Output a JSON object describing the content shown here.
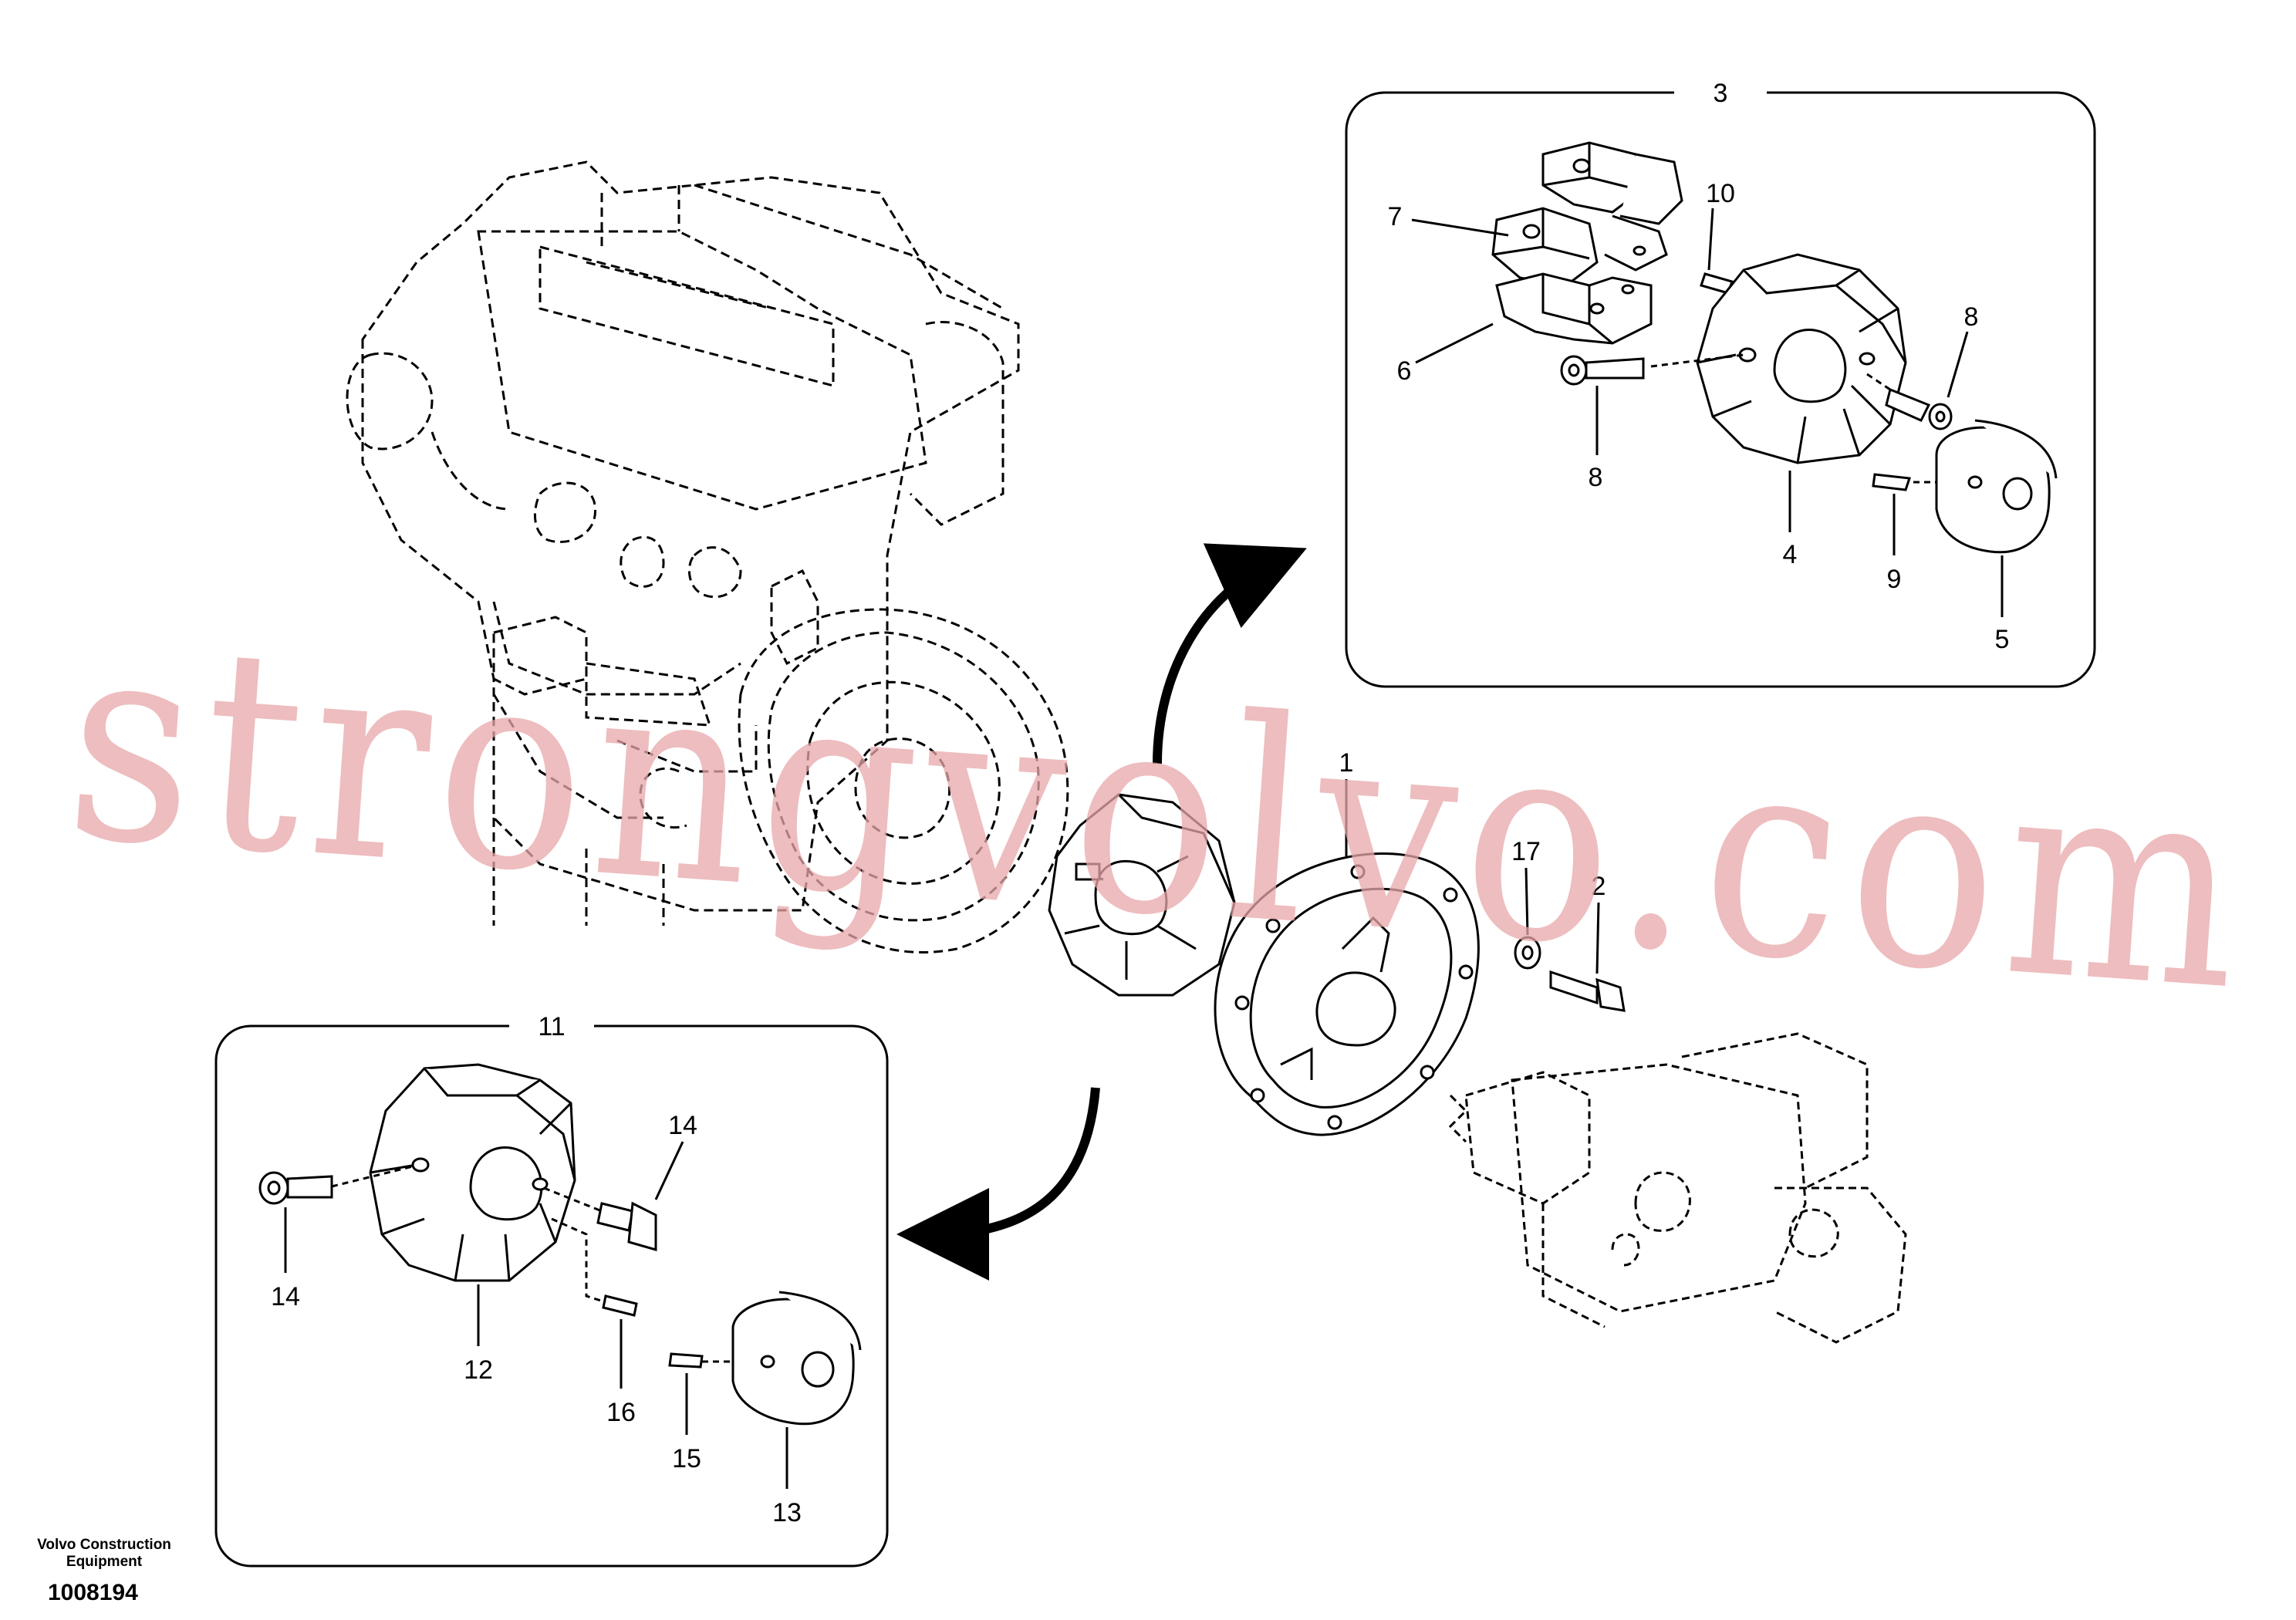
{
  "callouts": {
    "c1": "1",
    "c2": "2",
    "c3": "3",
    "c4": "4",
    "c5": "5",
    "c6": "6",
    "c7": "7",
    "c8a": "8",
    "c8b": "8",
    "c9": "9",
    "c10": "10",
    "c11": "11",
    "c12": "12",
    "c13": "13",
    "c14a": "14",
    "c14b": "14",
    "c15": "15",
    "c16": "16",
    "c17": "17"
  },
  "watermark": "strongvolvo.com",
  "footer": {
    "company_line1": "Volvo Construction",
    "company_line2": "Equipment",
    "document_number": "1008194"
  },
  "colors": {
    "line": "#000000",
    "watermark": "#e8a7a9",
    "background": "#ffffff"
  }
}
